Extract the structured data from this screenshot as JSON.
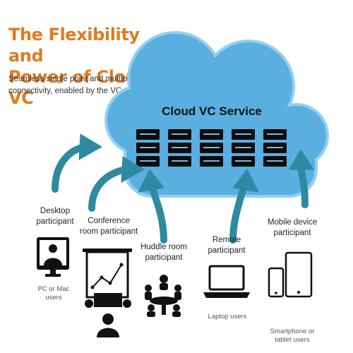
{
  "title": {
    "line1": "The Flexibility and",
    "line2": "Power of Cloud VC"
  },
  "subtitle": {
    "line1": "Seamless single point and multipoint",
    "line2": "connectivity, enabled by the VC cloud"
  },
  "cloud": {
    "label": "Cloud VC Service",
    "server_count": 5
  },
  "participants": {
    "desktop": {
      "line1": "Desktop",
      "line2": "participant",
      "device1": "PC or Mac",
      "device2": "users"
    },
    "conference": {
      "line1": "Conference",
      "line2": "room participant"
    },
    "huddle": {
      "line1": "Huddle room",
      "line2": "participant"
    },
    "remote": {
      "line1": "Remote",
      "line2": "participant",
      "device": "Laptop users"
    },
    "mobile": {
      "line1": "Mobile device",
      "line2": "participant",
      "device1": "Smartphone or",
      "device2": "tablet users"
    }
  },
  "colors": {
    "title": "#e07a1f",
    "cloud": "#5aaee0",
    "cloud_outline": "#8fd0f2",
    "arrow": "#2d8aa2",
    "server": "#0d0d0d",
    "icon": "#111111"
  },
  "icons": [
    "server-rack-icon",
    "desktop-monitor-icon",
    "presentation-board-icon",
    "meeting-group-icon",
    "laptop-icon",
    "smartphone-icon",
    "tablet-icon"
  ]
}
